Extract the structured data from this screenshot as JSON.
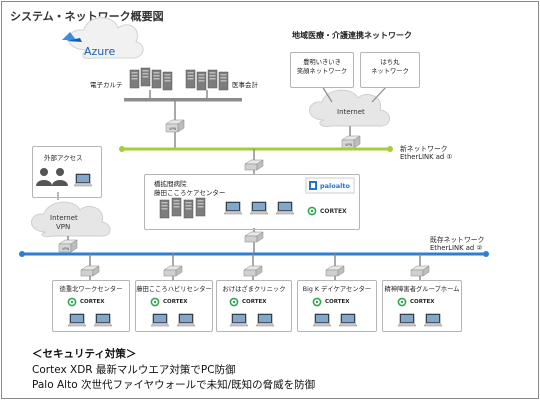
{
  "title": "システム・ネットワーク概要図",
  "azure": {
    "label": "Azure",
    "left_label": "電子カルテ",
    "right_label": "医事会計"
  },
  "regional": {
    "title": "地域医療・介護連携ネットワーク",
    "net1": "豊明いきいき\n笑顔ネットワーク",
    "net2": "はち丸\nネットワーク",
    "cloud": "Internet"
  },
  "new_network": {
    "line1": "新ネットワーク",
    "line2": "EtherLINK ad ①"
  },
  "old_network": {
    "line1": "既存ネットワーク",
    "line2": "EtherLINK ad ②"
  },
  "external": {
    "label": "外部アクセス",
    "cloud_line1": "Internet",
    "cloud_line2": "VPN"
  },
  "hospital": {
    "line1": "橋拡間病院",
    "line2": "藤田こころケアセンター",
    "paloalto": "paloalto",
    "cortex": "CORTEX"
  },
  "facilities": [
    {
      "label": "徳重北ワークセンター",
      "cortex": "CORTEX"
    },
    {
      "label": "藤田こころハビリセンター",
      "cortex": "CORTEX"
    },
    {
      "label": "おけはざまクリニック",
      "cortex": "CORTEX"
    },
    {
      "label": "Big K デイケアセンター",
      "cortex": "CORTEX"
    },
    {
      "label": "精神障害者グループホーム",
      "cortex": "CORTEX"
    }
  ],
  "security": {
    "heading": "＜セキュリティ対策＞",
    "line1": "Cortex  XDR   最新マルウエア対策でPC防御",
    "line2": "Palo Alto  次世代ファイヤウォールで未知/既知の脅威を防御"
  },
  "colors": {
    "new_line": "#a6cc3a",
    "old_line": "#2e7fd1",
    "azure_blue": "#1d7bd8",
    "cortex_green": "#2fa84f",
    "palo_blue": "#2474c9"
  }
}
